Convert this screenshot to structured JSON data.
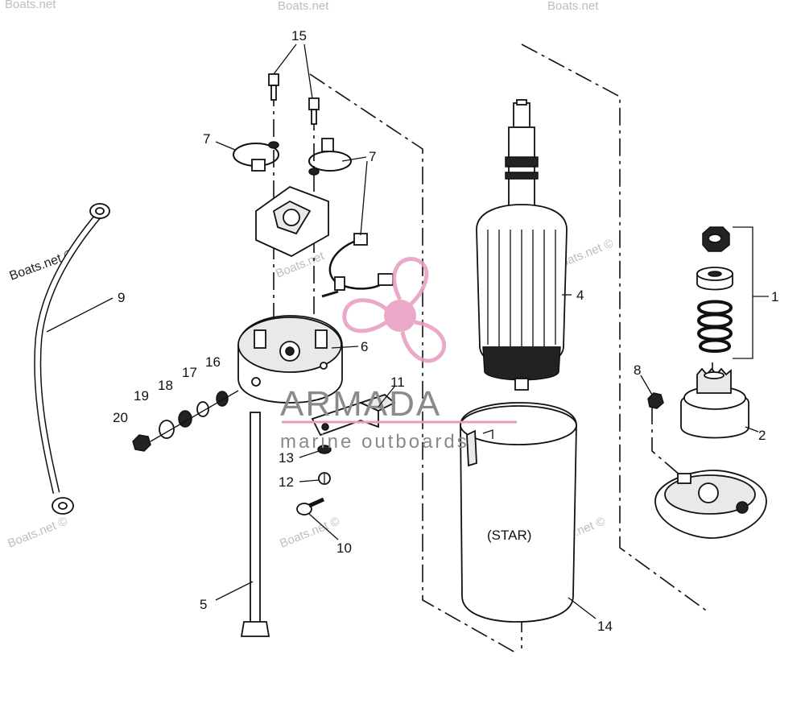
{
  "watermarks": {
    "main": "Boats.net ©",
    "top_left": "Boats.net",
    "top_mid": "Boats.net",
    "top_right": "Boats.net",
    "left_mid": "Boats.net ©",
    "armature": "Boats.net ©",
    "bottom_left": "Boats.net ©",
    "bottom_mid": "Boats.net ©",
    "bottom_right": "Boats.net ©",
    "center": "Boats.net"
  },
  "brand": {
    "name": "ARMADA",
    "tagline": "marine outboards",
    "accent": "#e89bc0"
  },
  "housing_label": "(STAR)",
  "callouts": [
    {
      "id": "1",
      "text": "1"
    },
    {
      "id": "2",
      "text": "2"
    },
    {
      "id": "4",
      "text": "4"
    },
    {
      "id": "5",
      "text": "5"
    },
    {
      "id": "6",
      "text": "6"
    },
    {
      "id": "7a",
      "text": "7"
    },
    {
      "id": "7b",
      "text": "7"
    },
    {
      "id": "8",
      "text": "8"
    },
    {
      "id": "9",
      "text": "9"
    },
    {
      "id": "10",
      "text": "10"
    },
    {
      "id": "11",
      "text": "11"
    },
    {
      "id": "12",
      "text": "12"
    },
    {
      "id": "13",
      "text": "13"
    },
    {
      "id": "14",
      "text": "14"
    },
    {
      "id": "15",
      "text": "15"
    },
    {
      "id": "16",
      "text": "16"
    },
    {
      "id": "17",
      "text": "17"
    },
    {
      "id": "18",
      "text": "18"
    },
    {
      "id": "19",
      "text": "19"
    },
    {
      "id": "20",
      "text": "20"
    }
  ]
}
